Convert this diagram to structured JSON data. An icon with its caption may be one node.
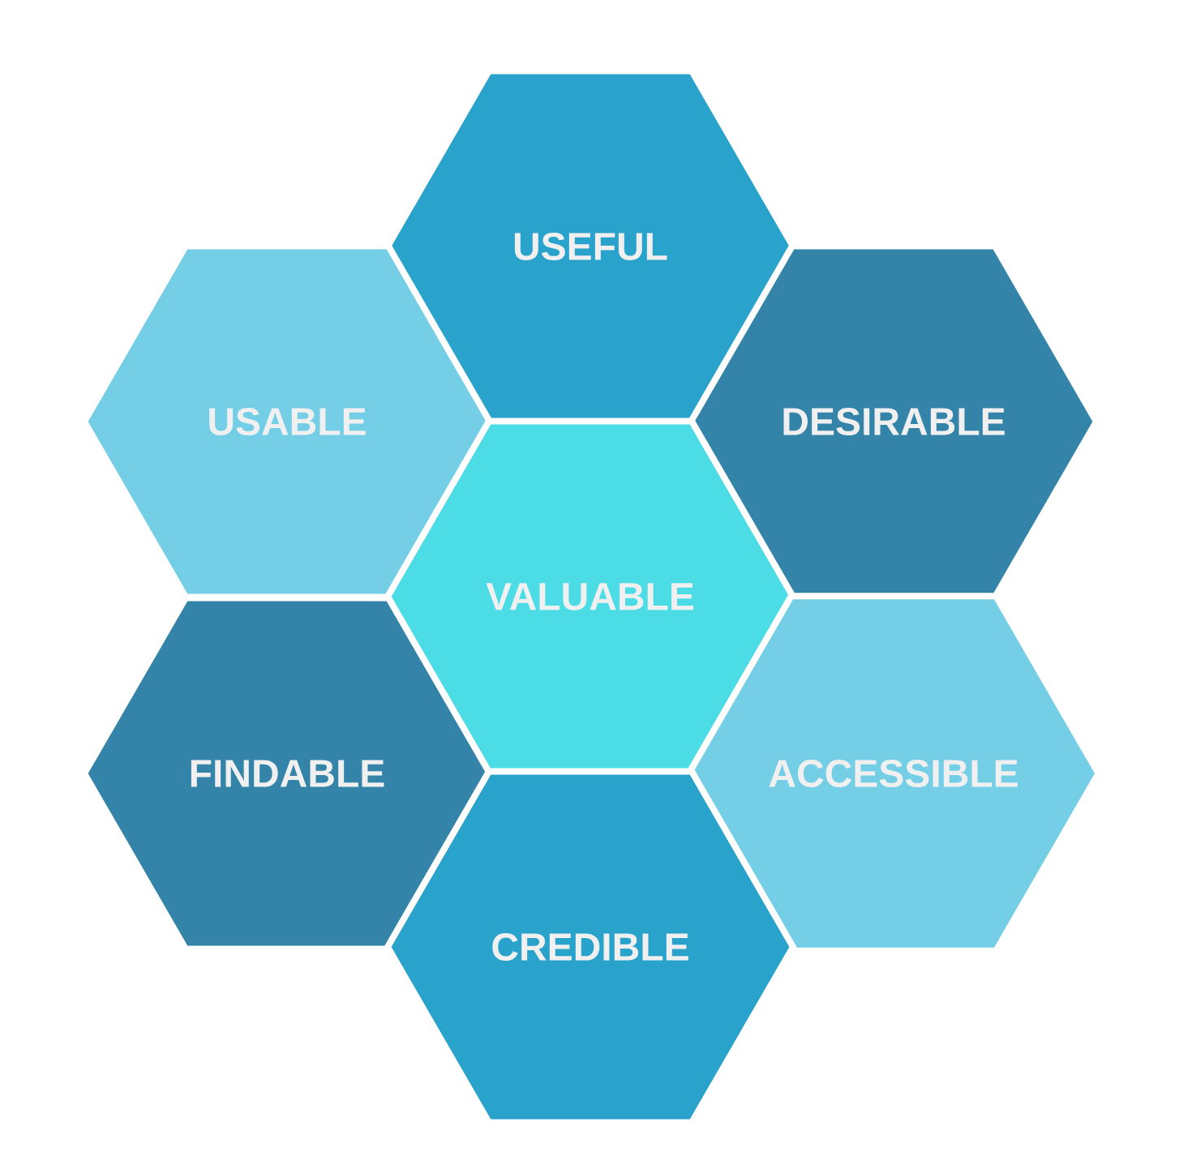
{
  "diagram": {
    "nodes": [
      {
        "text": [
          "USEFUL"
        ]
      },
      {
        "text": [
          "USABLE"
        ]
      },
      {
        "text": [
          "DESIRABLE"
        ]
      },
      {
        "text": [
          "VALUABLE"
        ]
      },
      {
        "text": [
          "FINDABLE"
        ]
      },
      {
        "text": [
          "ACCESSIBLE"
        ]
      },
      {
        "text": [
          "CREDIBLE"
        ]
      }
    ]
  }
}
